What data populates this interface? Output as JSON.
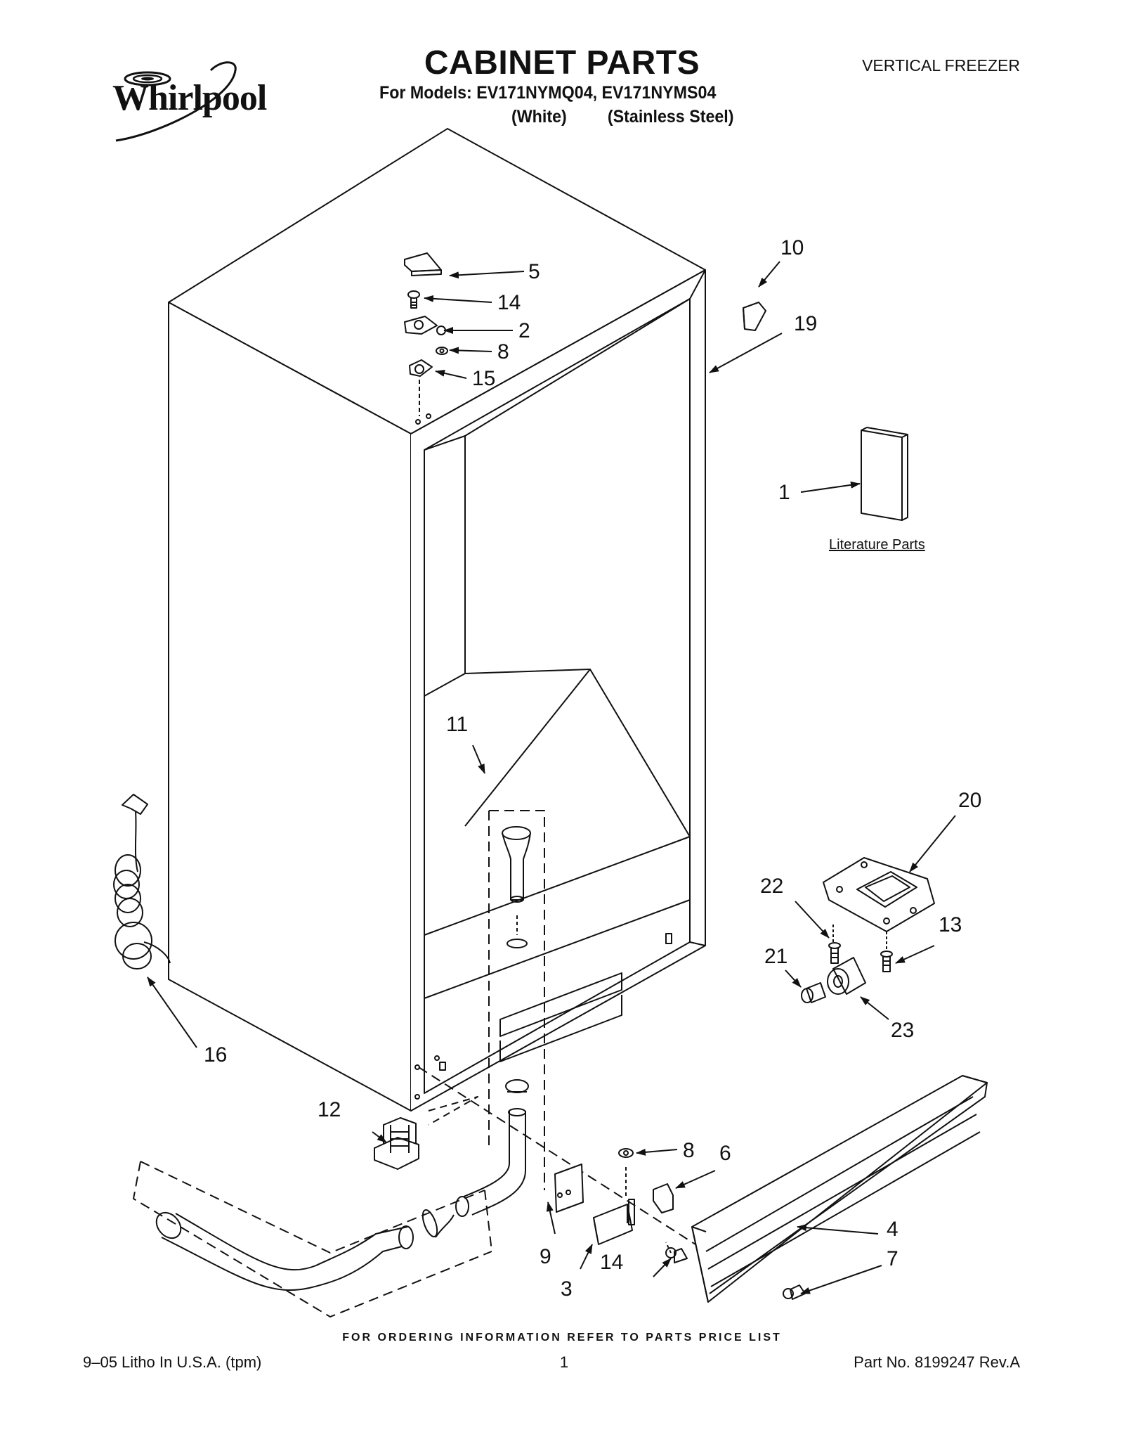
{
  "header": {
    "brand": "Whirlpool",
    "title": "CABINET PARTS",
    "models_line": "For Models: EV171NYMQ04, EV171NYMS04",
    "variants_line": "(White)         (Stainless Steel)",
    "category": "VERTICAL FREEZER"
  },
  "diagram": {
    "literature_label": "Literature Parts",
    "callouts": {
      "c1": "1",
      "c2": "2",
      "c3": "3",
      "c4": "4",
      "c5": "5",
      "c6": "6",
      "c7": "7",
      "c8a": "8",
      "c8b": "8",
      "c9": "9",
      "c10": "10",
      "c11": "11",
      "c12": "12",
      "c13": "13",
      "c14a": "14",
      "c14b": "14",
      "c15": "15",
      "c16": "16",
      "c19": "19",
      "c20": "20",
      "c21": "21",
      "c22": "22",
      "c23": "23"
    }
  },
  "footer": {
    "ordering_note": "FOR ORDERING INFORMATION REFER TO PARTS PRICE LIST",
    "litho": "9–05 Litho In U.S.A. (tpm)",
    "page_number": "1",
    "part_number": "Part No. 8199247 Rev.A"
  }
}
